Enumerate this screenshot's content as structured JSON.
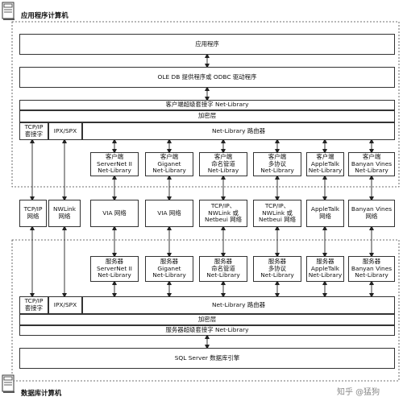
{
  "client": {
    "title": "应用程序计算机",
    "application": "应用程序",
    "oledb": "OLE DB 提供程序或 ODBC 驱动程序",
    "superSocket": "客户端超级套接字 Net-Library",
    "encryption": "加密层",
    "tcpip": "TCP/IP\n套接字",
    "ipxspx": "IPX/SPX",
    "router": "Net-Library 路由器",
    "netlibs": [
      "客户端\nServerNet II\nNet-Library",
      "客户端\nGiganet\nNet-Library",
      "客户端\n命名管道\nNet-Libray",
      "客户端\n多协议\nNet-Library",
      "客户端\nAppleTalk\nNet-Library",
      "客户端\nBanyan Vines\nNet-Library"
    ]
  },
  "networks": [
    "TCP/IP\n网络",
    "NWLink\n网络",
    "VIA 网络",
    "VIA 网络",
    "TCP/IP、\nNWLink 或\nNetbeui 网络",
    "TCP/IP、\nNWLink 或\nNetbeui 网络",
    "AppleTalk\n网络",
    "Banyan Vines\n网络"
  ],
  "server": {
    "title": "数据库计算机",
    "netlibs": [
      "服务器\nServerNet II\nNet-Library",
      "服务器\nGiganet\nNet-Library",
      "服务器\n命名管道\nNet-Library",
      "服务器\n多协议\nNet-Library",
      "服务器\nAppleTalk\nNet-Library",
      "服务器\nBanyan Vines\nNet-Library"
    ],
    "tcpip": "TCP/IP\n套接字",
    "ipxspx": "IPX/SPX",
    "router": "Net-Library 路由器",
    "encryption": "加密层",
    "superSocket": "服务器超级套接字 Net-Library",
    "engine": "SQL Server 数据库引擎"
  },
  "watermark": "知乎 @猛狗"
}
